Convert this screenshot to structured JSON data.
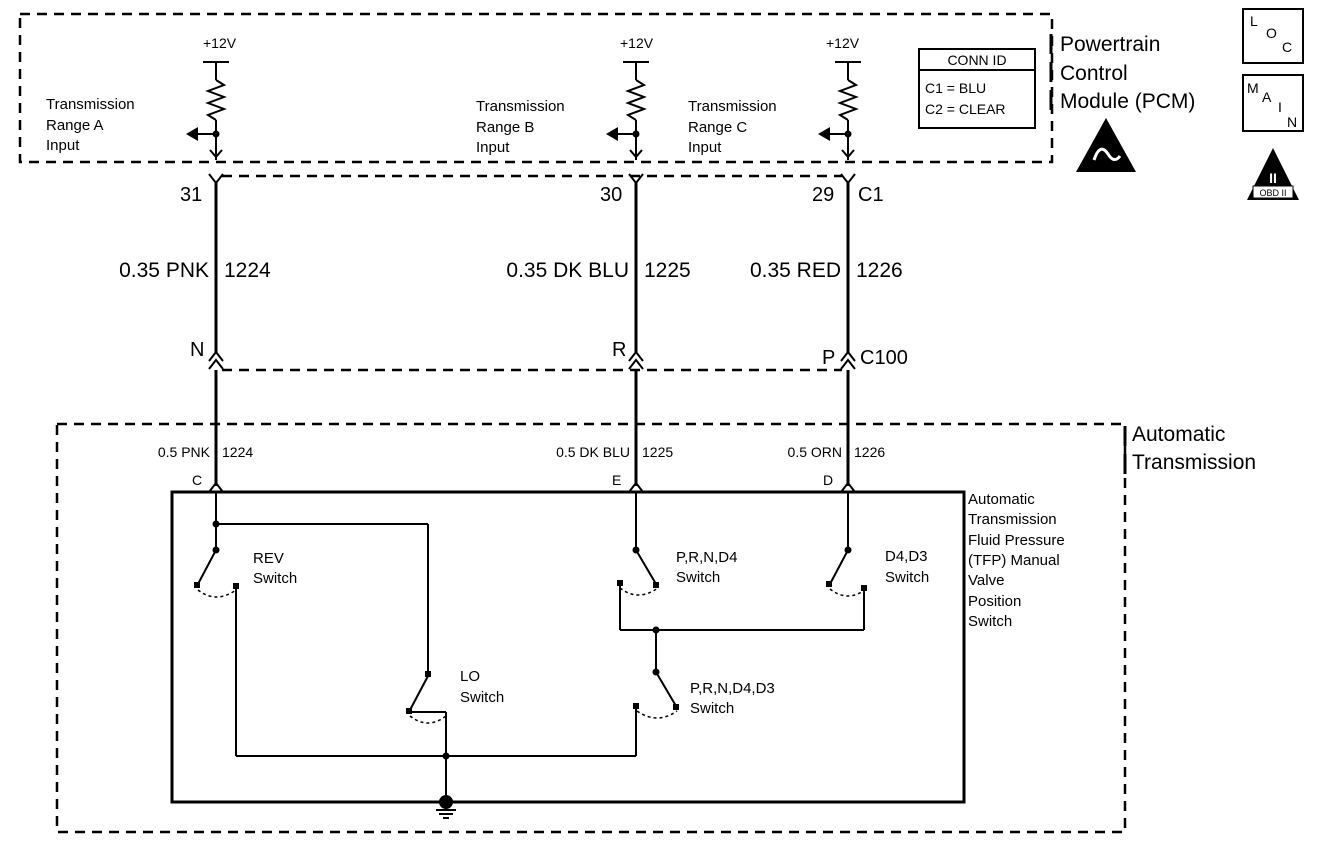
{
  "pcm": {
    "title_lines": [
      "Powertrain",
      "Control",
      "Module (PCM)"
    ],
    "supply": "+12V",
    "inputs": [
      {
        "lines": [
          "Transmission",
          "Range A",
          "Input"
        ]
      },
      {
        "lines": [
          "Transmission",
          "Range B",
          "Input"
        ]
      },
      {
        "lines": [
          "Transmission",
          "Range C",
          "Input"
        ]
      }
    ]
  },
  "conn_id": {
    "header": "CONN ID",
    "rows": [
      "C1 = BLU",
      "C2 = CLEAR"
    ]
  },
  "icons": {
    "loc_letters": [
      "L",
      "O",
      "C"
    ],
    "main_letters": [
      "M",
      "A",
      "I",
      "N"
    ],
    "obd_roman": "II",
    "obd_text": "OBD II"
  },
  "pcm_pins": [
    "31",
    "30",
    "29"
  ],
  "pcm_connector": "C1",
  "wires_upper": [
    {
      "gauge_color": "0.35 PNK",
      "circuit": "1224"
    },
    {
      "gauge_color": "0.35 DK BLU",
      "circuit": "1225"
    },
    {
      "gauge_color": "0.35 RED",
      "circuit": "1226"
    }
  ],
  "inline_pins": [
    "N",
    "R",
    "P"
  ],
  "inline_connector": "C100",
  "transmission": {
    "title_lines": [
      "Automatic",
      "Transmission"
    ],
    "wires_lower": [
      {
        "gauge_color": "0.5 PNK",
        "circuit": "1224"
      },
      {
        "gauge_color": "0.5 DK BLU",
        "circuit": "1225"
      },
      {
        "gauge_color": "0.5 ORN",
        "circuit": "1226"
      }
    ],
    "pins": [
      "C",
      "E",
      "D"
    ],
    "tfp_title_lines": [
      "Automatic",
      "Transmission",
      "Fluid Pressure",
      "(TFP) Manual",
      "Valve",
      "Position",
      "Switch"
    ],
    "switches": [
      {
        "lines": [
          "REV",
          "Switch"
        ]
      },
      {
        "lines": [
          "LO",
          "Switch"
        ]
      },
      {
        "lines": [
          "P,R,N,D4",
          "Switch"
        ]
      },
      {
        "lines": [
          "D4,D3",
          "Switch"
        ]
      },
      {
        "lines": [
          "P,R,N,D4,D3",
          "Switch"
        ]
      }
    ]
  }
}
